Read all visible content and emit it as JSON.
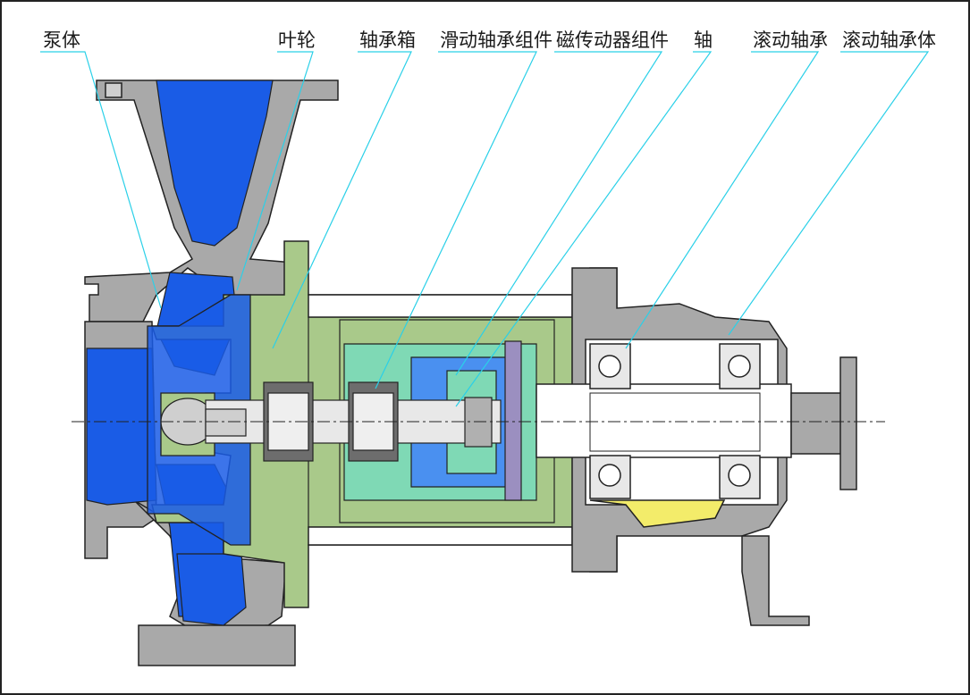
{
  "labels": {
    "pump_body": "泵体",
    "impeller": "叶轮",
    "bearing_box": "轴承箱",
    "sliding_bearing_assembly": "滑动轴承组件",
    "magnetic_drive_assembly": "磁传动器组件",
    "shaft": "轴",
    "rolling_bearing": "滚动轴承",
    "rolling_bearing_body": "滚动轴承体"
  },
  "colors": {
    "fluid_blue": "#1a5ce6",
    "casing_gray": "#a9a9a9",
    "bracket_green": "#a9c98a",
    "magnet_teal": "#7fd9b5",
    "inner_blue": "#4a90f0",
    "oil_yellow": "#f3ec6a",
    "leader_cyan": "#2ad0e8"
  }
}
